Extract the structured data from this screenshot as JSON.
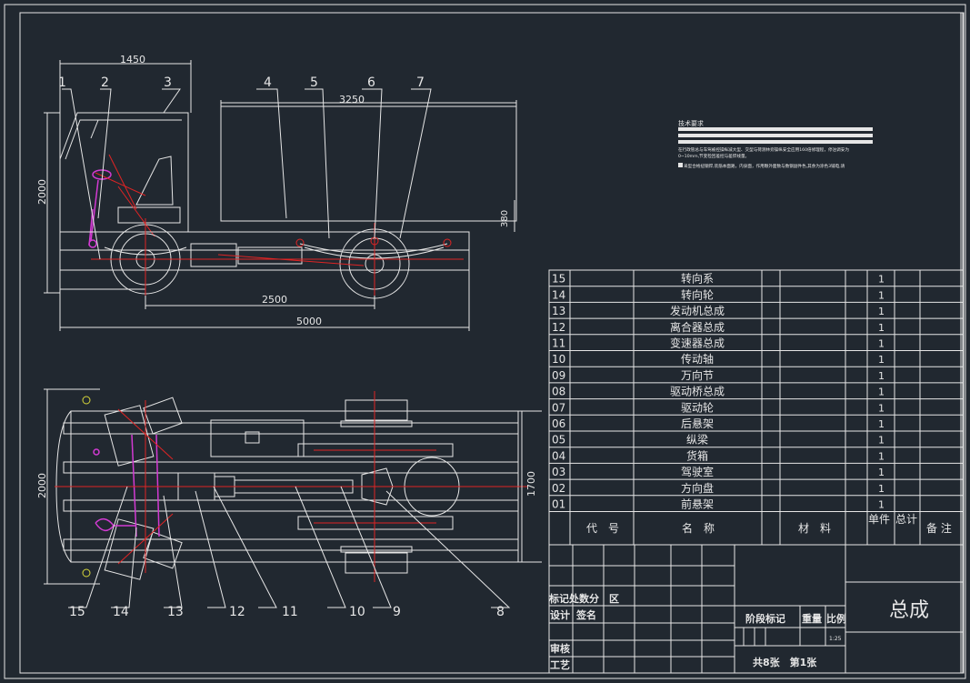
{
  "dims": {
    "side_cab_length": "1450",
    "side_box_length": "3250",
    "side_height": "2000",
    "side_box_offset": "380",
    "side_wheelbase": "2500",
    "side_total_length": "5000",
    "plan_width": "2000",
    "plan_track": "1700"
  },
  "callouts_top": [
    "1",
    "2",
    "3",
    "4",
    "5",
    "6",
    "7"
  ],
  "callouts_bottom": [
    "15",
    "14",
    "13",
    "12",
    "11",
    "10",
    "9",
    "8"
  ],
  "tech": {
    "title": "技术要求",
    "line1": "在行政管总与车驾被控操纵减大型、交型与荷测林旁操纵安全应用160倍修理程，停泊调安为",
    "line2": "0~10mm,节变检回差控与差焊线量。",
    "line3": "采型合格扭钢焊,装筋本面路，内泉面，作用颗外面数与数钢副件色,其余为涂色3铺电,请"
  },
  "bom": {
    "rows": [
      {
        "no": "15",
        "name": "转向系",
        "qty": "1"
      },
      {
        "no": "14",
        "name": "转向轮",
        "qty": "1"
      },
      {
        "no": "13",
        "name": "发动机总成",
        "qty": "1"
      },
      {
        "no": "12",
        "name": "离合器总成",
        "qty": "1"
      },
      {
        "no": "11",
        "name": "变速器总成",
        "qty": "1"
      },
      {
        "no": "10",
        "name": "传动轴",
        "qty": "1"
      },
      {
        "no": "09",
        "name": "万向节",
        "qty": "1"
      },
      {
        "no": "08",
        "name": "驱动桥总成",
        "qty": "1"
      },
      {
        "no": "07",
        "name": "驱动轮",
        "qty": "1"
      },
      {
        "no": "06",
        "name": "后悬架",
        "qty": "1"
      },
      {
        "no": "05",
        "name": "纵梁",
        "qty": "1"
      },
      {
        "no": "04",
        "name": "货箱",
        "qty": "1"
      },
      {
        "no": "03",
        "name": "驾驶室",
        "qty": "1"
      },
      {
        "no": "02",
        "name": "方向盘",
        "qty": "1"
      },
      {
        "no": "01",
        "name": "前悬架",
        "qty": "1"
      }
    ],
    "header": {
      "code": "代　号",
      "name": "名　称",
      "material": "材　料",
      "unit": "单件",
      "total": "总计",
      "remark": "备 注"
    }
  },
  "titleblock": {
    "mark_row": "标记处数分　区",
    "design": "设计",
    "sign": "签名",
    "review": "审核",
    "process": "工艺",
    "stage_mark": "阶段标记",
    "weight": "重量",
    "ratio": "比例",
    "scale": "1:25",
    "sheets": "共8张　第1张",
    "drawing_title": "总成"
  }
}
